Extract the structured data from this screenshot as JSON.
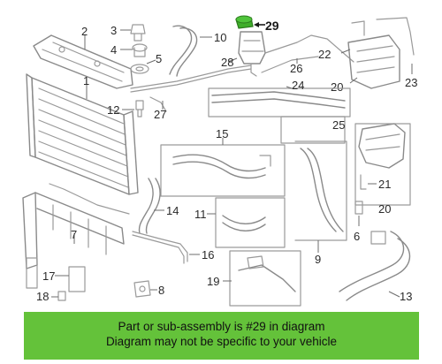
{
  "diagram": {
    "callouts": {
      "c1": "1",
      "c2": "2",
      "c3": "3",
      "c4": "4",
      "c5": "5",
      "c6": "6",
      "c7": "7",
      "c8": "8",
      "c9": "9",
      "c10": "10",
      "c11": "11",
      "c12": "12",
      "c13": "13",
      "c14": "14",
      "c15": "15",
      "c16": "16",
      "c17": "17",
      "c18": "18",
      "c19": "19",
      "c20a": "20",
      "c20b": "20",
      "c21": "21",
      "c22": "22",
      "c23": "23",
      "c24": "24",
      "c25": "25",
      "c26": "26",
      "c27": "27",
      "c28": "28",
      "c29": "29"
    },
    "highlight_color": "#3fae2a"
  },
  "banner": {
    "line1": "Part or sub-assembly is #29 in diagram",
    "line2": "Diagram may not be specific to your vehicle",
    "color": "#64c23a"
  }
}
